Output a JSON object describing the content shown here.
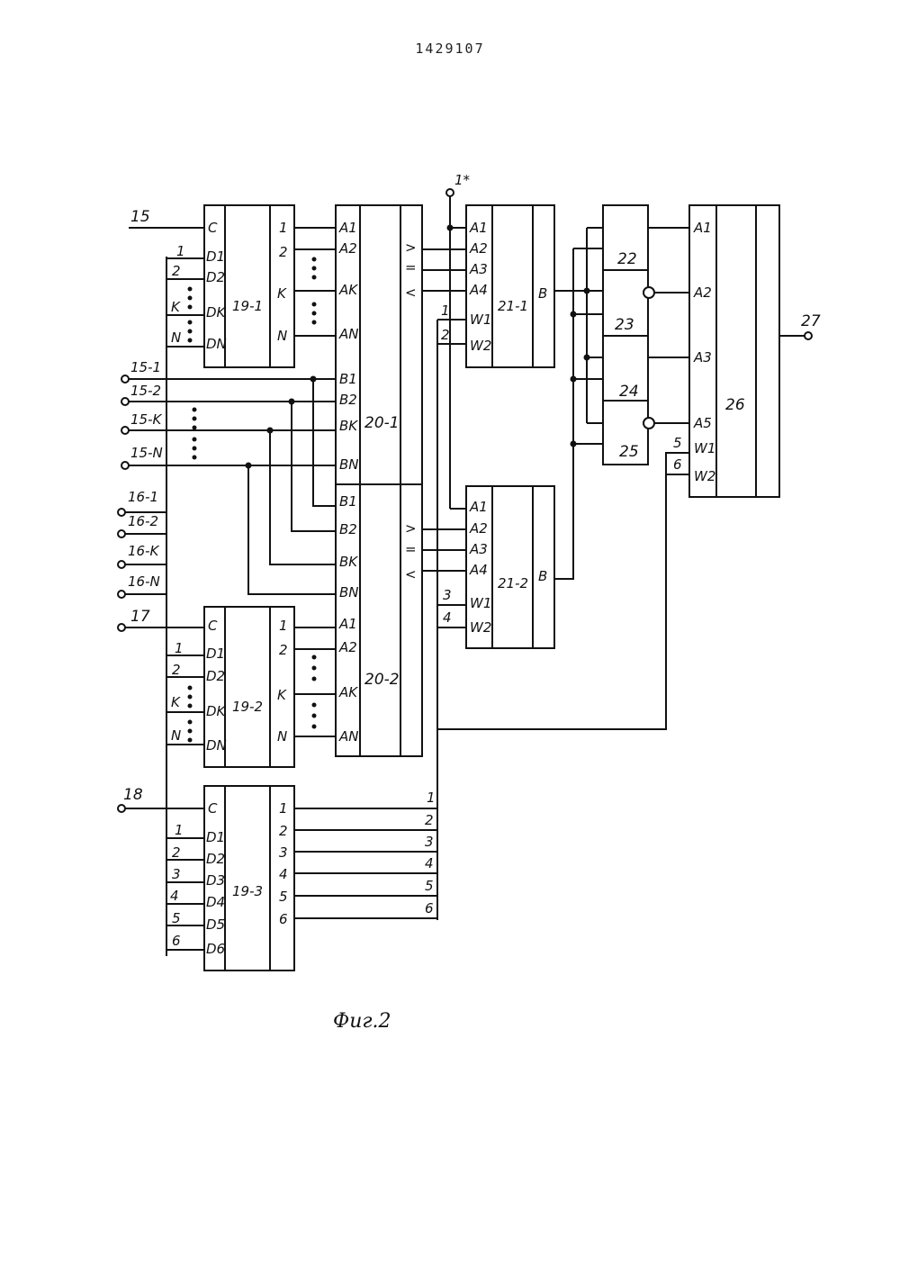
{
  "page_number": "1429107",
  "caption": "Фиг.2",
  "terminals": {
    "t15": "15",
    "t15_1": "15-1",
    "t15_2": "15-2",
    "t15_k": "15-K",
    "t15_n": "15-N",
    "t16_1": "16-1",
    "t16_2": "16-2",
    "t16_k": "16-K",
    "t16_n": "16-N",
    "t17": "17",
    "t18": "18",
    "t27": "27",
    "t1star": "1*"
  },
  "blocks": {
    "reg19_1": "19-1",
    "reg19_2": "19-2",
    "reg19_3": "19-3",
    "cmp20_1": "20-1",
    "cmp20_2": "20-2",
    "mux21_1": "21-1",
    "mux21_2": "21-2",
    "g22": "22",
    "g23": "23",
    "g24": "24",
    "g25": "25",
    "b26": "26"
  },
  "pins": {
    "C": "C",
    "D1": "D1",
    "D2": "D2",
    "D3": "D3",
    "D4": "D4",
    "D5": "D5",
    "D6": "D6",
    "DK": "DK",
    "DN": "DN",
    "A1": "A1",
    "A2": "A2",
    "A3": "A3",
    "A4": "A4",
    "A5": "A5",
    "AK": "AK",
    "AN": "AN",
    "B": "B",
    "B1": "B1",
    "B2": "B2",
    "BK": "BK",
    "BN": "BN",
    "W1": "W1",
    "W2": "W2",
    "gt": ">",
    "eq": "=",
    "lt": "<"
  },
  "wire_labels": {
    "n1": "1",
    "n2": "2",
    "n3": "3",
    "n4": "4",
    "n5": "5",
    "n6": "6",
    "nK": "K",
    "nN": "N"
  }
}
